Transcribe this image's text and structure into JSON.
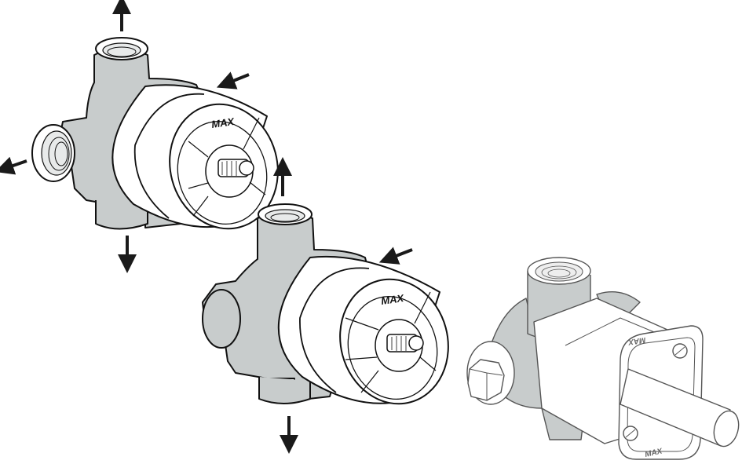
{
  "diagram": {
    "type": "technical-illustration",
    "subject": "Concealed shower valve bodies (mixer/diverter) with flow-direction arrows",
    "colors": {
      "body_fill": "#c8cccc",
      "cover_fill": "#ffffff",
      "stroke": "#111111",
      "arrow": "#1a1a1a",
      "unit3_stroke": "#555555"
    },
    "units": [
      {
        "id": "valve-1",
        "label": "MAX",
        "ports": [
          "top-outlet",
          "left-outlet",
          "bottom-outlet",
          "rear-inlet"
        ],
        "arrows": [
          "up",
          "left",
          "down",
          "inlet-from-right"
        ]
      },
      {
        "id": "valve-2",
        "label": "MAX",
        "ports": [
          "top-outlet",
          "left-plugged",
          "bottom-outlet",
          "rear-inlet"
        ],
        "arrows": [
          "up",
          "down",
          "inlet-from-right"
        ]
      },
      {
        "id": "valve-3",
        "label_top": "MAX",
        "label_bottom": "MAX",
        "features": [
          "hex-plug",
          "threaded-top-port",
          "mounting-plate",
          "two-screws",
          "spindle"
        ]
      }
    ]
  }
}
